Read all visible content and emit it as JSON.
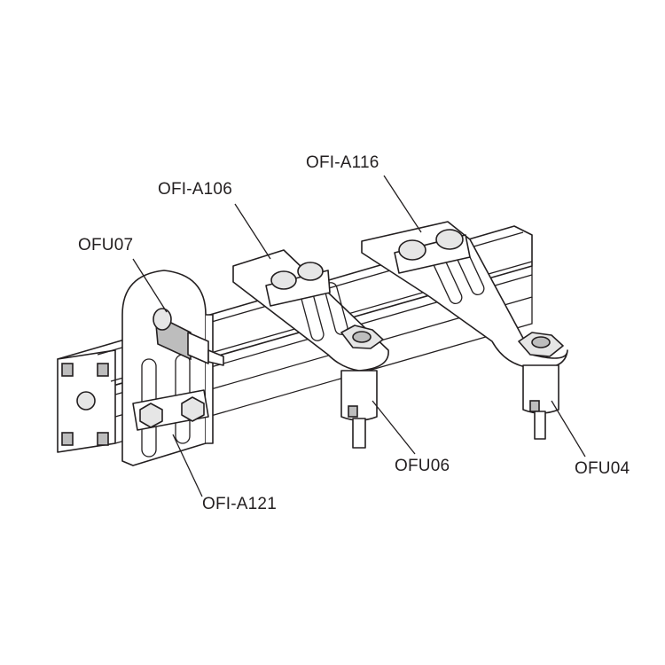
{
  "labels": {
    "ofu07": "OFU07",
    "ofi_a106": "OFI-A106",
    "ofi_a116": "OFI-A116",
    "ofu06": "OFU06",
    "ofu04": "OFU04",
    "ofi_a121": "OFI-A121"
  }
}
